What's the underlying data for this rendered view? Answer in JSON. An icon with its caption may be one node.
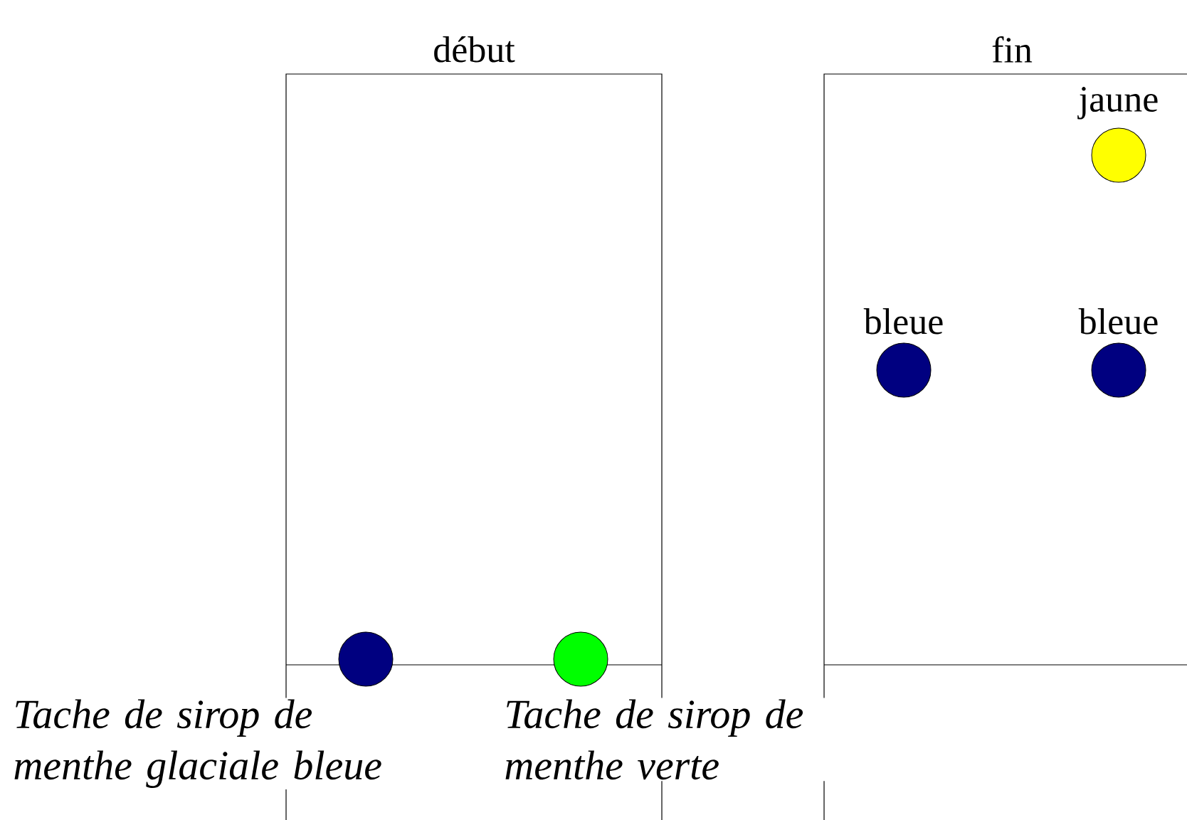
{
  "diagram": {
    "nodes": [
      {
        "text": [
          "début"
        ]
      },
      {
        "text": [
          "Tache de sirop de menthe glaciale bleue"
        ],
        "in": 0
      },
      {
        "text": [
          "Tache de sirop de menthe  verte"
        ],
        "in": 0
      },
      {
        "text": [
          "fin"
        ]
      },
      {
        "text": [
          "jaune"
        ],
        "in": 3
      },
      {
        "text": [
          "bleue"
        ],
        "in": 3
      },
      {
        "text": [
          "bleue"
        ],
        "in": 3
      }
    ]
  }
}
